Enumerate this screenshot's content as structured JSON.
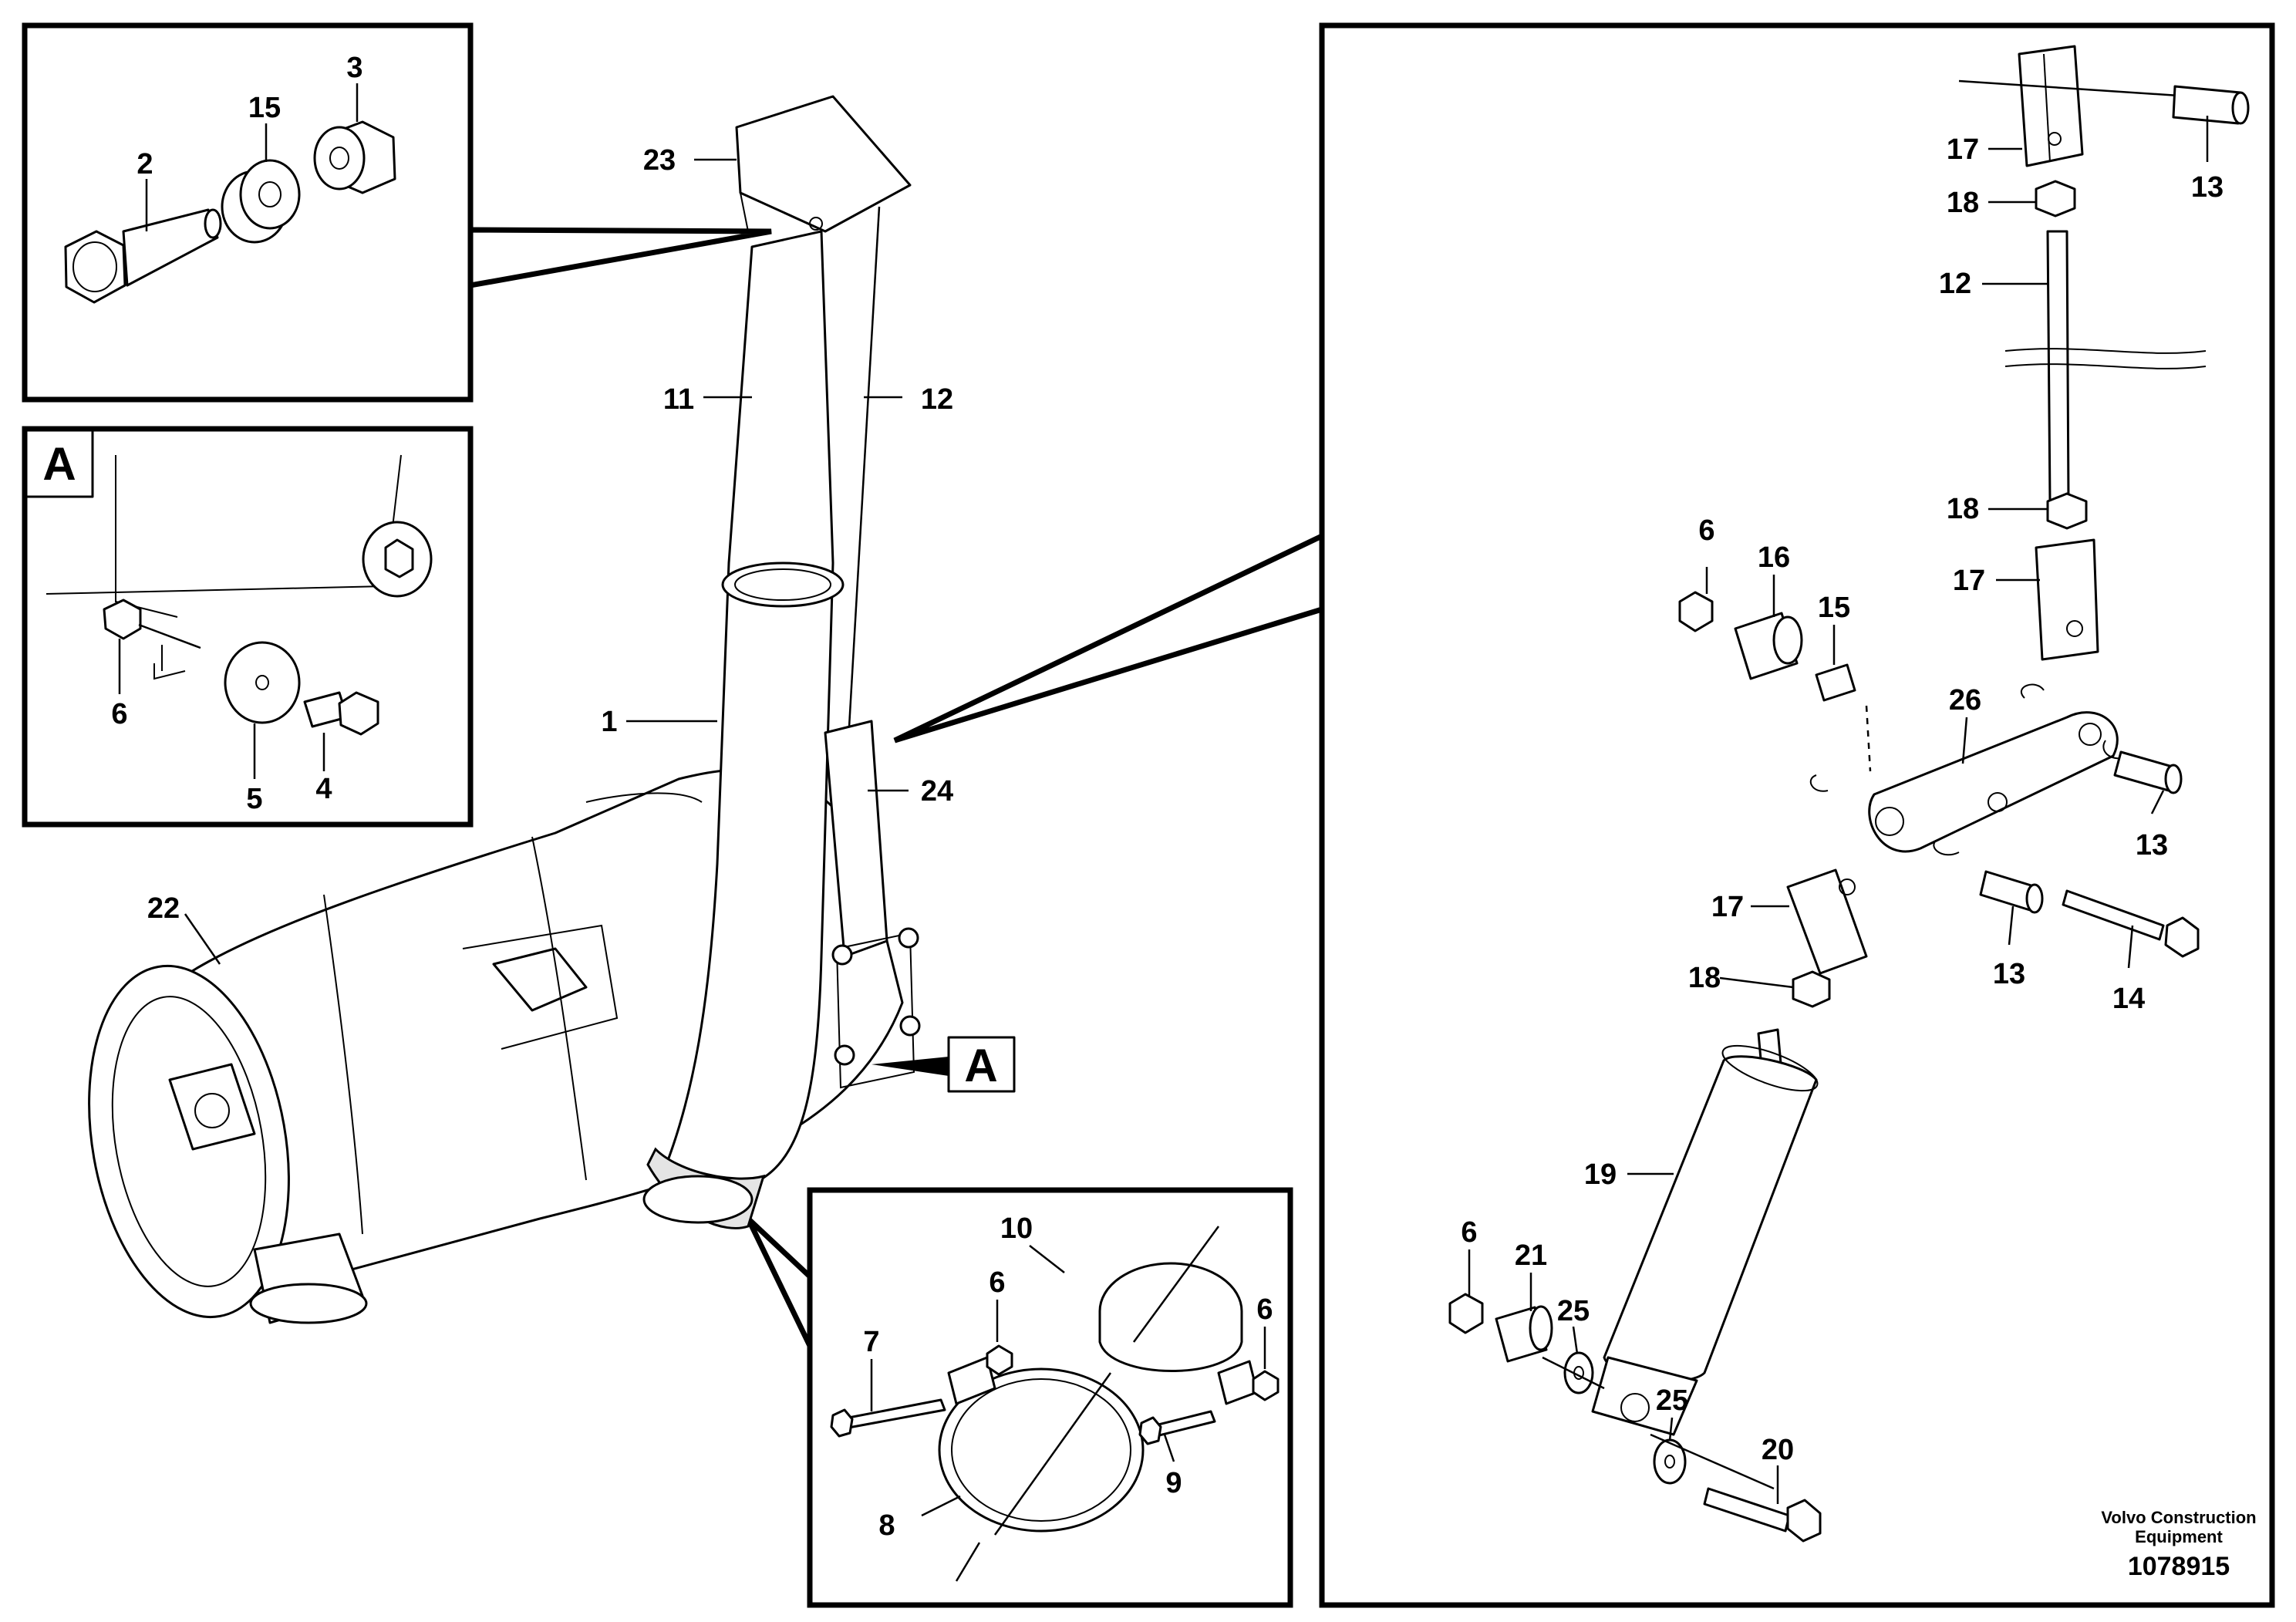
{
  "labels": {
    "l23": "23",
    "l11": "11",
    "l12": "12",
    "l1": "1",
    "l24": "24",
    "l22": "22",
    "i2": "2",
    "i15": "15",
    "i3": "3",
    "a6": "6",
    "a5": "5",
    "a4": "4",
    "c10": "10",
    "c6a": "6",
    "c6b": "6",
    "c7": "7",
    "c8": "8",
    "c9": "9",
    "r17a": "17",
    "r13a": "13",
    "r18a": "18",
    "r12": "12",
    "r18b": "18",
    "r17b": "17",
    "r6a": "6",
    "r16": "16",
    "r15": "15",
    "r26": "26",
    "r13b": "13",
    "r17c": "17",
    "r18c": "18",
    "r13c": "13",
    "r14": "14",
    "r19": "19",
    "r6b": "6",
    "r21": "21",
    "r25a": "25",
    "r25b": "25",
    "r20": "20"
  },
  "view_marker": "A",
  "detail_marker": "A",
  "credit_line1": "Volvo Construction",
  "credit_line2": "Equipment",
  "document_number": "1078915"
}
